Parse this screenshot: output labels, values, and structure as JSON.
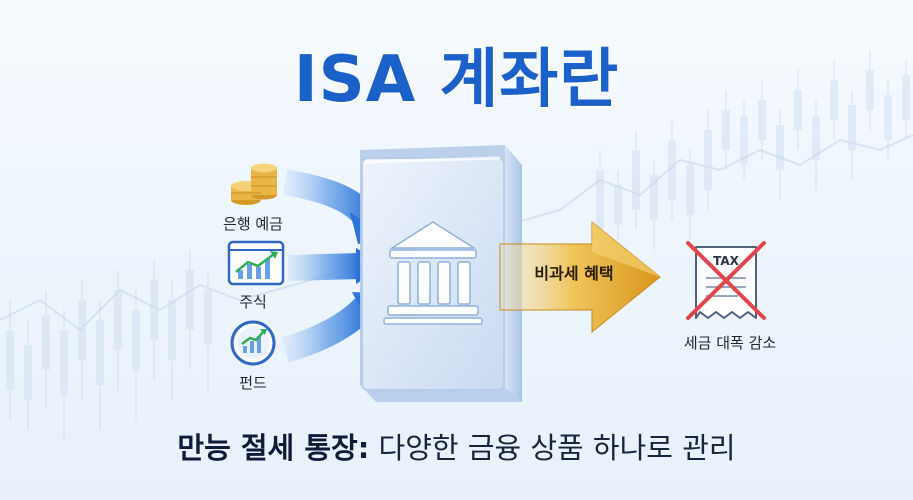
{
  "title": "ISA 계좌란",
  "items": [
    {
      "label": "은행 예금",
      "icon": "coin-stack-icon"
    },
    {
      "label": "주식",
      "icon": "stock-chart-icon"
    },
    {
      "label": "펀드",
      "icon": "fund-growth-icon"
    }
  ],
  "arrow_label": "비과세 혜택",
  "tax": {
    "badge": "TAX",
    "label": "세금 대폭 감소"
  },
  "bottom": {
    "bold": "만능 절세 통장:",
    "rest": " 다양한 금융 상품 하나로 관리"
  },
  "colors": {
    "title_blue": "#1b5fc8",
    "arrow_gold": "#e0a52a",
    "cross_red": "#e0474c"
  }
}
